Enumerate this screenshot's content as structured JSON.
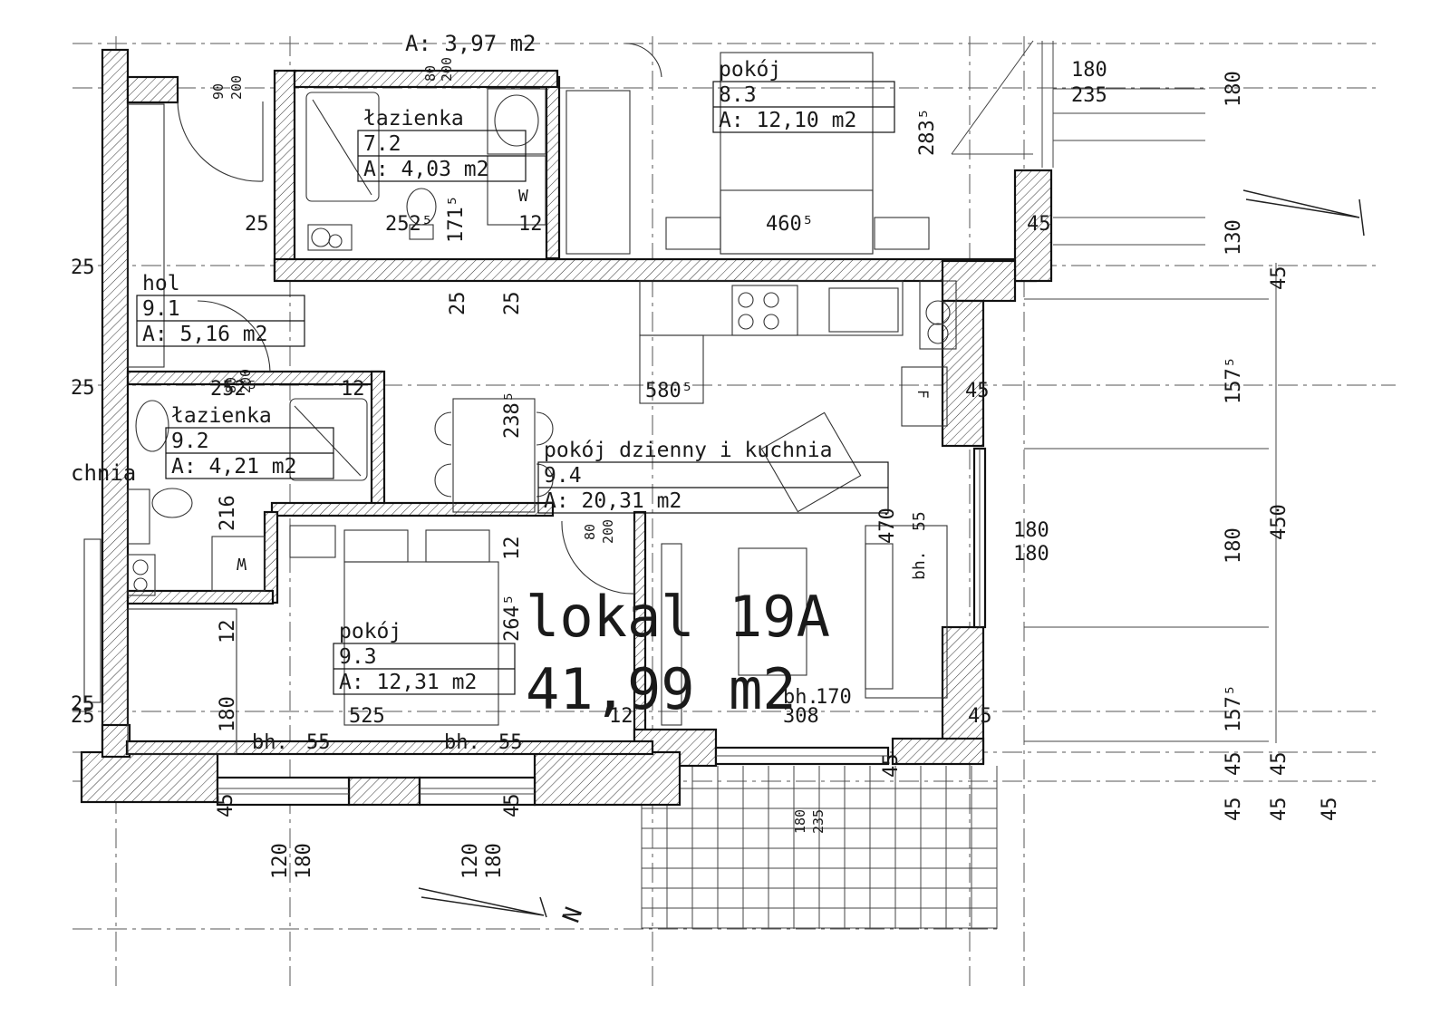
{
  "unit": {
    "name": "lokal 19A",
    "area": "41,99 m2"
  },
  "rooms": [
    {
      "name": "łazienka",
      "number": "7.2",
      "area": "A: 4,03 m2"
    },
    {
      "name": "pokój",
      "number": "8.3",
      "area": "A: 12,10 m2"
    },
    {
      "name": "hol",
      "number": "9.1",
      "area": "A: 5,16 m2"
    },
    {
      "name": "łazienka",
      "number": "9.2",
      "area": "A: 4,21 m2"
    },
    {
      "name": "pokój dzienny i kuchnia",
      "number": "9.4",
      "area": "A: 20,31 m2"
    },
    {
      "name": "pokój",
      "number": "9.3",
      "area": "A: 12,31 m2"
    }
  ],
  "partial_labels": {
    "top_area": "A: 3,97 m2",
    "left_room": "chnia"
  },
  "symbols": {
    "washer_top": "W",
    "washer_left": "W",
    "fridge": "F"
  },
  "dimensions": {
    "d90": "90",
    "d200a": "200",
    "d80a": "80",
    "d200b": "200",
    "d180a": "180",
    "d235a": "235",
    "d180_right": "180",
    "d283": "283⁵",
    "d25_top": "25",
    "d252_top": "252⁵",
    "d171": "171⁵",
    "d12_top": "12",
    "d460": "460⁵",
    "d45_top": "45",
    "d130": "130",
    "d25_left1": "25",
    "d25_a": "25",
    "d25_b": "25",
    "d45_r1": "45",
    "d25_left2": "25",
    "d252_mid": "252⁵",
    "d12_mid": "12",
    "d80b": "80",
    "d200c": "200",
    "d238": "238⁵",
    "d580": "580⁵",
    "d45_kitchen": "45",
    "d157a": "157⁵",
    "d216": "216",
    "d80c": "80",
    "d200d": "200",
    "d470": "470",
    "d55_bh": "55",
    "bh_right": "bh.",
    "d180b": "180",
    "d180c": "180",
    "d180_r2": "180",
    "d450": "450",
    "d12_left": "12",
    "d264": "264⁵",
    "d12_door": "12",
    "d180_left": "180",
    "d525": "525",
    "d12_bottom": "12",
    "d308": "308",
    "bh_center": "bh.",
    "bh_center_val": "170",
    "d25_left3": "25",
    "d25_left4": "25",
    "d45_r3": "45",
    "d157b": "157⁵",
    "bh1": "bh.",
    "bh1_val": "55",
    "bh2": "bh.",
    "bh2_val": "55",
    "d45_b1": "45",
    "d45_b2": "45",
    "d45_b3": "45",
    "d45_r4": "45",
    "d45_r5": "45",
    "d45_r6": "45",
    "d45_r7": "45",
    "d45_r8": "45",
    "d120a": "120",
    "d180d": "180",
    "d120b": "120",
    "d180e": "180",
    "d180f": "180",
    "d235b": "235"
  },
  "colors": {
    "line": "#111111",
    "hatch": "#333333",
    "background": "#ffffff"
  },
  "icons": [
    "north-arrow-icon",
    "door-swing-icon",
    "bathtub-icon",
    "toilet-icon",
    "sink-icon",
    "cooktop-icon",
    "bed-icon",
    "table-icon",
    "sofa-icon"
  ]
}
